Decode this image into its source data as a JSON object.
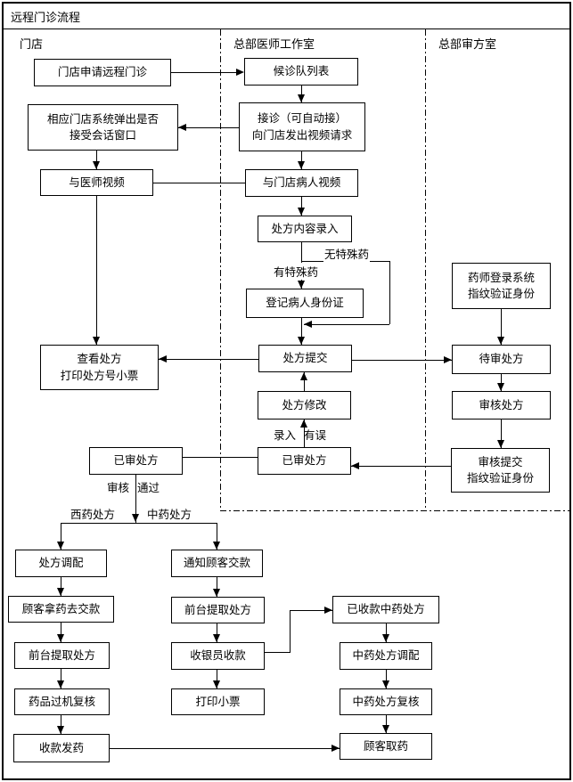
{
  "title": "远程门诊流程",
  "lanes": {
    "store": "门店",
    "physician_office": "总部医师工作室",
    "review_office": "总部审方室"
  },
  "nodes": {
    "apply": "门店申请远程门诊",
    "queue": "候诊队列表",
    "popup": "相应门店系统弹出是否\n接受会话窗口",
    "receive": "接诊（可自动接）\n向门店发出视频请求",
    "video_with_physician": "与医师视频",
    "video_with_patient": "与门店病人视频",
    "prescription_entry": "处方内容录入",
    "register_id": "登记病人身份证",
    "submit": "处方提交",
    "pharmacist_login": "药师登录系统\n指纹验证身份",
    "pending_review": "待审处方",
    "review_prescription": "审核处方",
    "view_print": "查看处方\n打印处方号小票",
    "modify": "处方修改",
    "reviewed_store": "已审处方",
    "reviewed_center": "已审处方",
    "review_submit": "审核提交\n指纹验证身份",
    "dispense_western": "处方调配",
    "notify_payment": "通知顾客交款",
    "customer_go_pay": "顾客拿药去交款",
    "frontdesk_western": "前台提取处方",
    "machine_recheck": "药品过机复核",
    "collect_dispense": "收款发药",
    "frontdesk_chinese": "前台提取处方",
    "cashier_collect": "收银员收款",
    "print_receipt": "打印小票",
    "paid_chinese": "已收款中药处方",
    "dispense_chinese": "中药处方调配",
    "recheck_chinese": "中药处方复核",
    "customer_pickup": "顾客取药"
  },
  "edge_labels": {
    "no_special_drug": "无特殊药",
    "has_special_drug": "有特殊药",
    "entry_error": [
      "录入",
      "有误"
    ],
    "review_passed": [
      "审核",
      "通过"
    ],
    "western_prescription": "西药处方",
    "chinese_prescription": "中药处方"
  },
  "colors": {
    "line": "#000000",
    "background": "#ffffff",
    "box_fill": "#ffffff"
  }
}
